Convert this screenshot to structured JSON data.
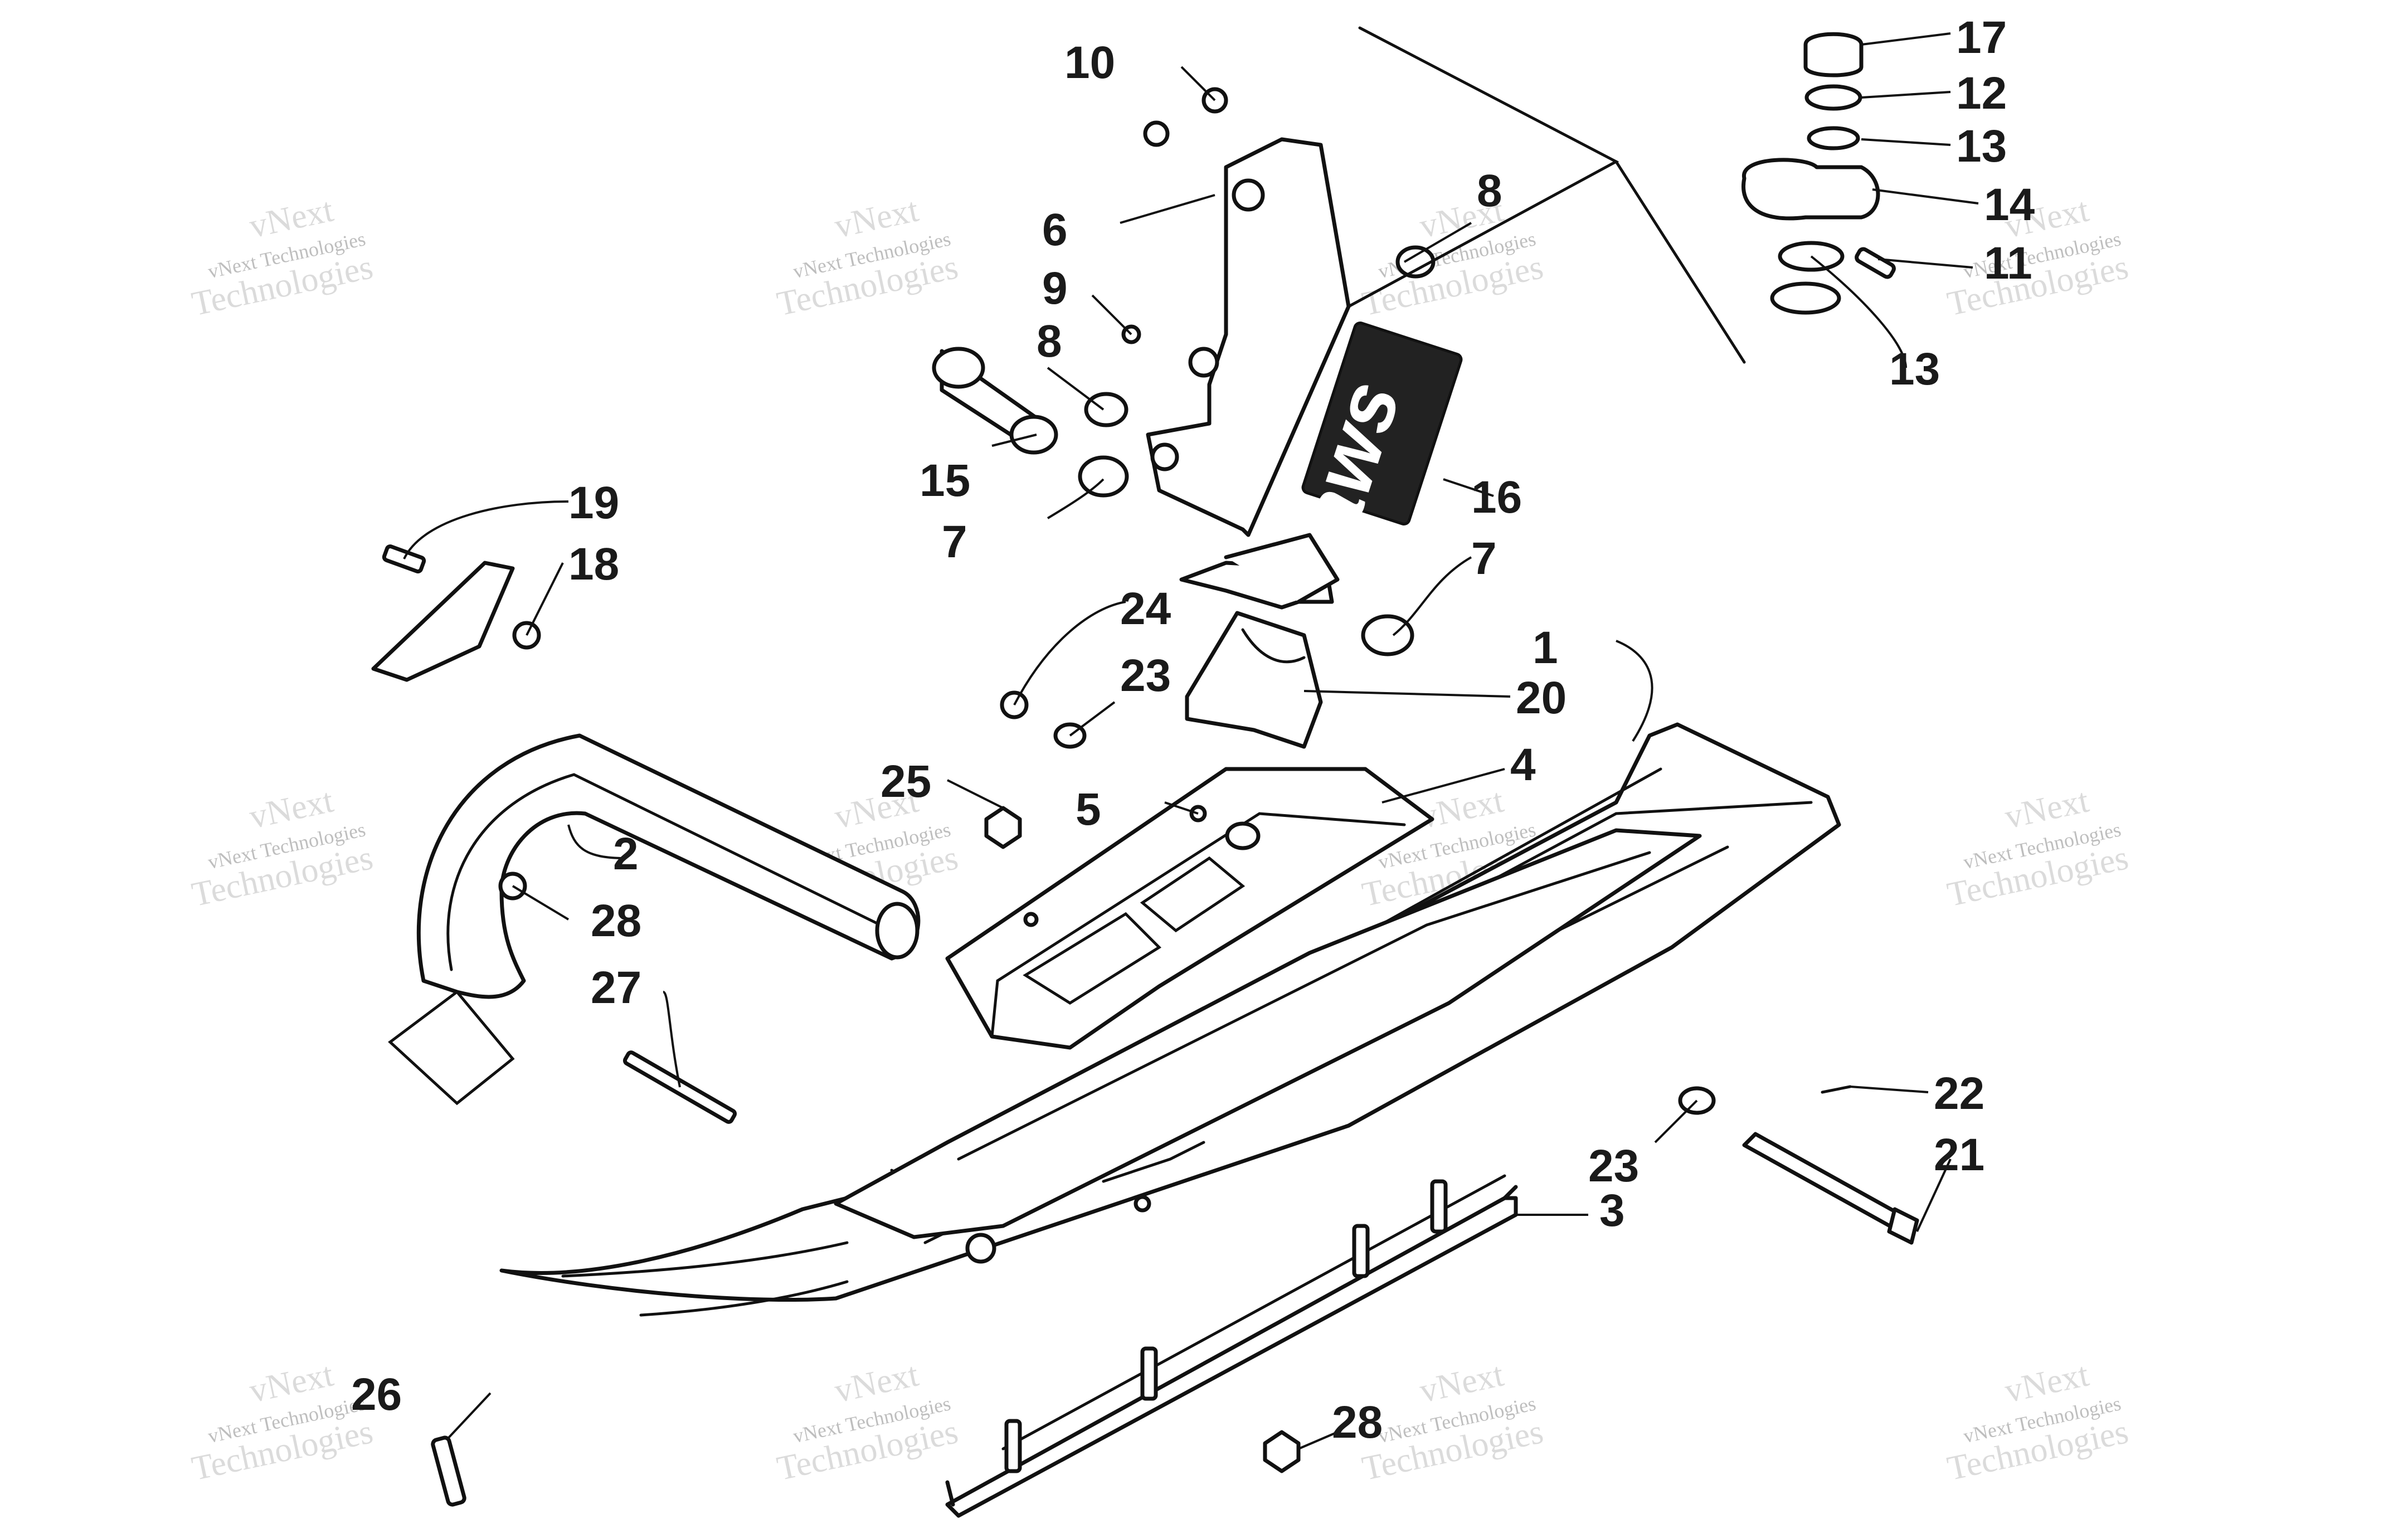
{
  "diagram": {
    "logo_text": "aws",
    "callouts": [
      {
        "id": "c1",
        "label": "1"
      },
      {
        "id": "c2",
        "label": "2"
      },
      {
        "id": "c3",
        "label": "3"
      },
      {
        "id": "c4",
        "label": "4"
      },
      {
        "id": "c5",
        "label": "5"
      },
      {
        "id": "c6",
        "label": "6"
      },
      {
        "id": "c7a",
        "label": "7"
      },
      {
        "id": "c7b",
        "label": "7"
      },
      {
        "id": "c8a",
        "label": "8"
      },
      {
        "id": "c8b",
        "label": "8"
      },
      {
        "id": "c9",
        "label": "9"
      },
      {
        "id": "c10",
        "label": "10"
      },
      {
        "id": "c11",
        "label": "11"
      },
      {
        "id": "c12",
        "label": "12"
      },
      {
        "id": "c13a",
        "label": "13"
      },
      {
        "id": "c13b",
        "label": "13"
      },
      {
        "id": "c14",
        "label": "14"
      },
      {
        "id": "c15",
        "label": "15"
      },
      {
        "id": "c16",
        "label": "16"
      },
      {
        "id": "c17",
        "label": "17"
      },
      {
        "id": "c18",
        "label": "18"
      },
      {
        "id": "c19",
        "label": "19"
      },
      {
        "id": "c20",
        "label": "20"
      },
      {
        "id": "c21",
        "label": "21"
      },
      {
        "id": "c22",
        "label": "22"
      },
      {
        "id": "c23a",
        "label": "23"
      },
      {
        "id": "c23b",
        "label": "23"
      },
      {
        "id": "c24",
        "label": "24"
      },
      {
        "id": "c25",
        "label": "25"
      },
      {
        "id": "c26",
        "label": "26"
      },
      {
        "id": "c27",
        "label": "27"
      },
      {
        "id": "c28a",
        "label": "28"
      },
      {
        "id": "c28b",
        "label": "28"
      }
    ],
    "watermark": {
      "line_small": "vNext Technologies",
      "line_large_1": "vNext",
      "line_large_2": "Technologies"
    }
  }
}
